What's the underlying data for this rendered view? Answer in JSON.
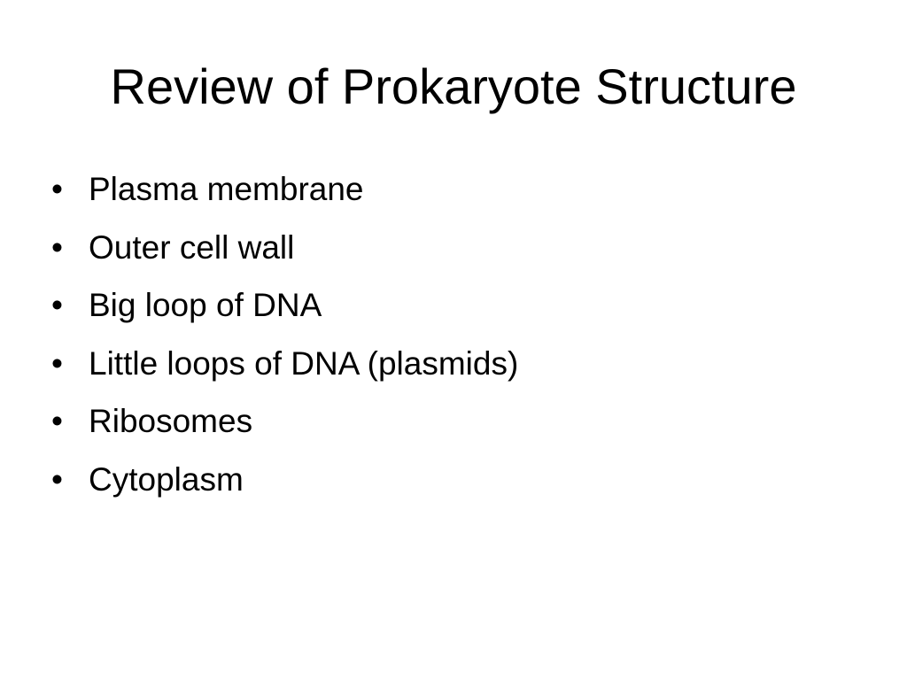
{
  "slide": {
    "title": "Review of Prokaryote Structure",
    "bullet_marker": "•",
    "bullets": [
      "Plasma membrane",
      "Outer cell wall",
      "Big loop of DNA",
      "Little loops of DNA (plasmids)",
      "Ribosomes",
      "Cytoplasm"
    ]
  },
  "colors": {
    "background": "#ffffff",
    "text": "#000000"
  }
}
